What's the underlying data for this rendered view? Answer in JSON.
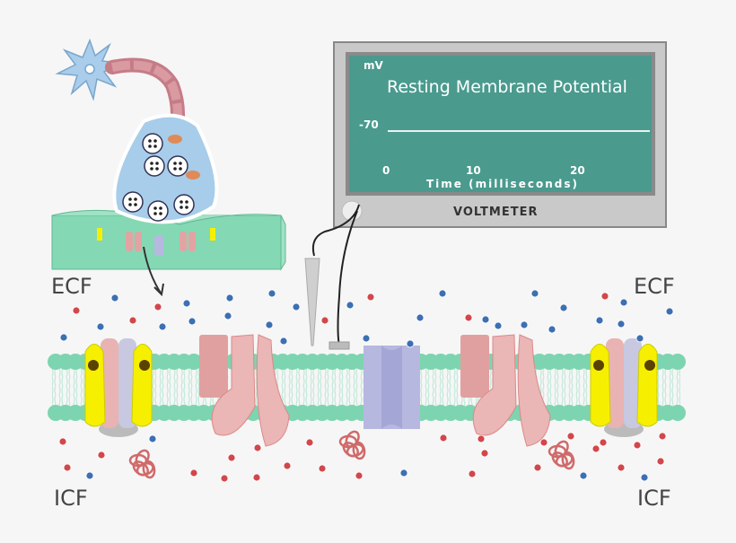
{
  "voltmeter": {
    "label": "VOLTMETER",
    "y_unit": "mV",
    "title": "Resting Membrane Potential",
    "y_tick": "-70",
    "x_ticks": [
      "0",
      "10",
      "20"
    ],
    "x_label": "Time (milliseconds)",
    "screen_color": "#4a9a8e"
  },
  "regions": {
    "ecf_left": "ECF",
    "ecf_right": "ECF",
    "icf_left": "ICF",
    "icf_right": "ICF"
  },
  "colors": {
    "sodium_ion": "#d2474b",
    "potassium_ion": "#3d6fb3",
    "membrane_heads": "#7dd4b0",
    "channel_pink": "#e3a3a3",
    "channel_purple": "#b6b8e0",
    "pump_yellow": "#f6f000"
  }
}
